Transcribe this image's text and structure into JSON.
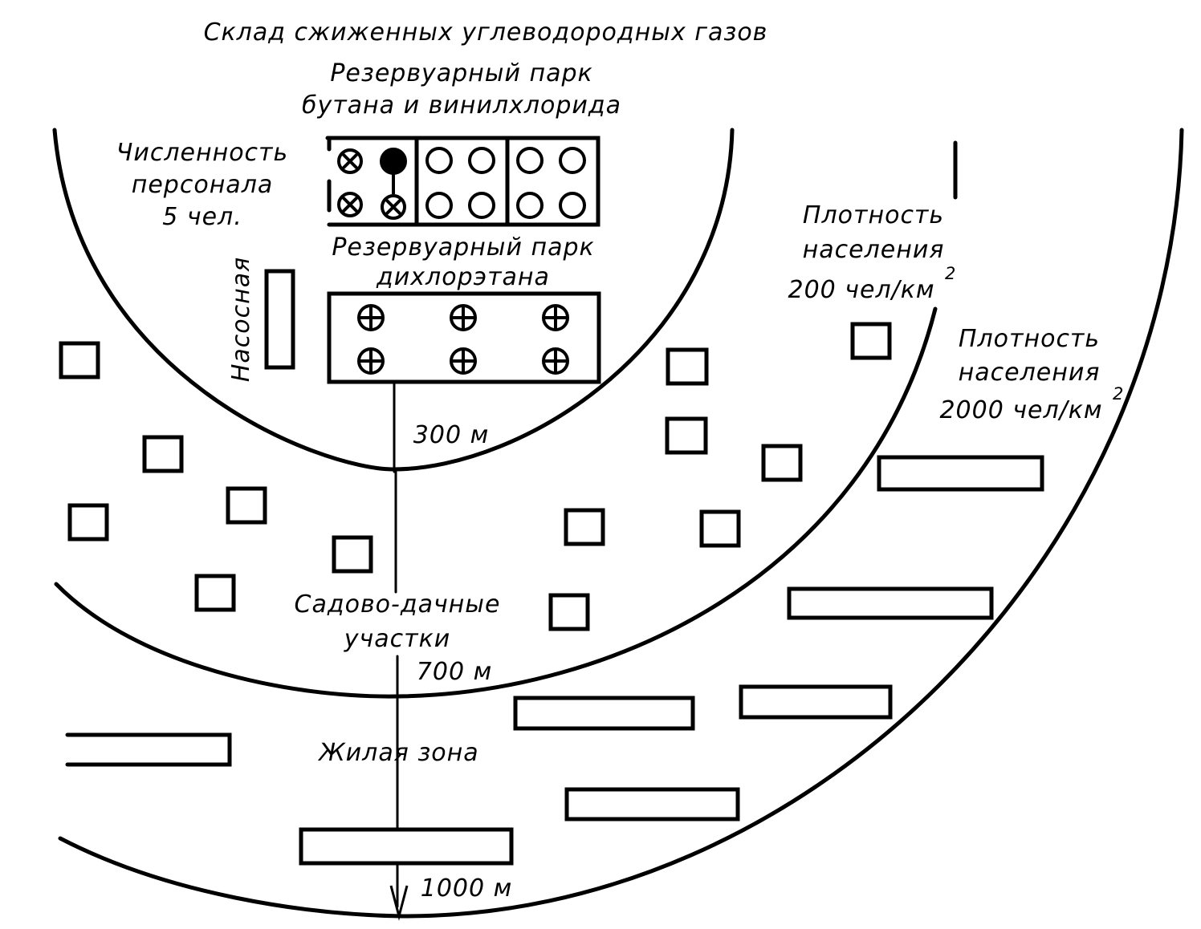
{
  "title": "Склад сжиженных углеводородных газов",
  "tank_park_butane": {
    "line1": "Резервуарный парк",
    "line2": "бутана и винилхлорида"
  },
  "personnel": {
    "line1": "Численность",
    "line2": "персонала",
    "line3": "5 чел."
  },
  "tank_park_dichloroethane": {
    "line1": "Резервуарный парк",
    "line2": "дихлорэтана"
  },
  "pump_station": "Насосная",
  "density_200": {
    "line1": "Плотность",
    "line2": "населения",
    "line3": "200 чел/км",
    "sup": "2"
  },
  "density_2000": {
    "line1": "Плотность",
    "line2": "населения",
    "line3": "2000 чел/км",
    "sup": "2"
  },
  "zones": {
    "radius_300": "300 м",
    "garden_line1": "Садово-дачные",
    "garden_line2": "участки",
    "radius_700": "700 м",
    "residential": "Жилая зона",
    "radius_1000": "1000 м"
  }
}
